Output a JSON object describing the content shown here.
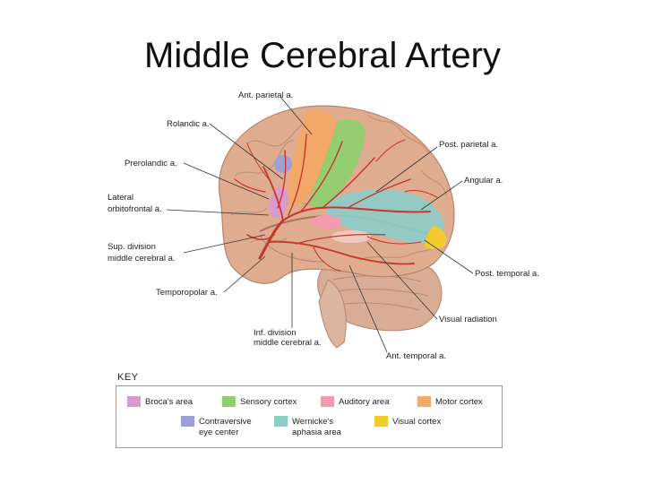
{
  "title": "Middle Cerebral Artery",
  "labels": {
    "ant_parietal": "Ant. parietal a.",
    "rolandic": "Rolandic a.",
    "prerolandic": "Prerolandic a.",
    "lateral_orbitofrontal_1": "Lateral",
    "lateral_orbitofrontal_2": "orbitofrontal a.",
    "sup_division_1": "Sup. division",
    "sup_division_2": "middle cerebral a.",
    "temporopolar": "Temporopolar a.",
    "inf_division_1": "Inf. division",
    "inf_division_2": "middle cerebral a.",
    "ant_temporal": "Ant. temporal a.",
    "post_parietal": "Post. parietal a.",
    "angular": "Angular a.",
    "post_temporal": "Post. temporal a.",
    "visual_radiation": "Visual radiation"
  },
  "key": {
    "heading": "KEY",
    "items": [
      {
        "label_1": "Broca's area",
        "label_2": "",
        "color": "#d79bd0"
      },
      {
        "label_1": "Sensory cortex",
        "label_2": "",
        "color": "#8fcf6e"
      },
      {
        "label_1": "Auditory area",
        "label_2": "",
        "color": "#f29aae"
      },
      {
        "label_1": "Motor cortex",
        "label_2": "",
        "color": "#f4a86a"
      },
      {
        "label_1": "Contraversive",
        "label_2": "eye center",
        "color": "#9c9fd8"
      },
      {
        "label_1": "Wernicke's",
        "label_2": "aphasia area",
        "color": "#8ccdc9"
      },
      {
        "label_1": "Visual cortex",
        "label_2": "",
        "color": "#f2cc2e"
      }
    ]
  }
}
